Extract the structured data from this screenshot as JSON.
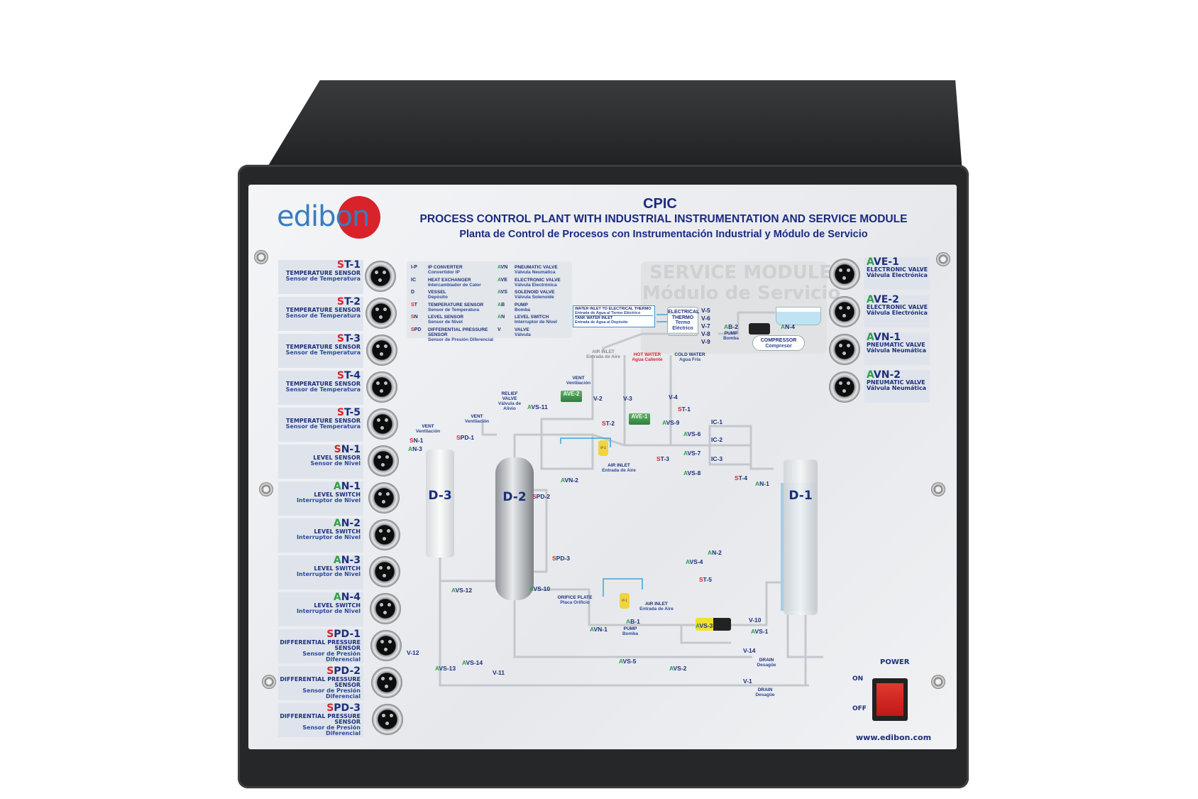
{
  "header": {
    "logo_text": "edibon",
    "code": "CPIC",
    "title_en": "PROCESS CONTROL PLANT WITH INDUSTRIAL INSTRUMENTATION AND SERVICE MODULE",
    "title_es": "Planta de Control de Procesos con Instrumentación Industrial y Módulo de Servicio"
  },
  "colors": {
    "navy": "#1c2f7a",
    "red": "#d8232a",
    "green": "#2ba24a",
    "panel": "#eceef1",
    "cabinet": "#262729"
  },
  "left_sensors": [
    {
      "p": "S",
      "r": "T-1",
      "en": "TEMPERATURE SENSOR",
      "es": "Sensor de Temperatura"
    },
    {
      "p": "S",
      "r": "T-2",
      "en": "TEMPERATURE SENSOR",
      "es": "Sensor de Temperatura"
    },
    {
      "p": "S",
      "r": "T-3",
      "en": "TEMPERATURE SENSOR",
      "es": "Sensor de Temperatura"
    },
    {
      "p": "S",
      "r": "T-4",
      "en": "TEMPERATURE SENSOR",
      "es": "Sensor de Temperatura"
    },
    {
      "p": "S",
      "r": "T-5",
      "en": "TEMPERATURE SENSOR",
      "es": "Sensor de Temperatura"
    },
    {
      "p": "S",
      "r": "N-1",
      "en": "LEVEL SENSOR",
      "es": "Sensor de Nivel"
    },
    {
      "p": "A",
      "r": "N-1",
      "en": "LEVEL SWITCH",
      "es": "Interruptor de Nivel"
    },
    {
      "p": "A",
      "r": "N-2",
      "en": "LEVEL SWITCH",
      "es": "Interruptor de Nivel"
    },
    {
      "p": "A",
      "r": "N-3",
      "en": "LEVEL SWITCH",
      "es": "Interruptor de Nivel"
    },
    {
      "p": "A",
      "r": "N-4",
      "en": "LEVEL SWITCH",
      "es": "Interruptor de Nivel"
    },
    {
      "p": "S",
      "r": "PD-1",
      "en": "DIFFERENTIAL PRESSURE SENSOR",
      "es": "Sensor de Presión Diferencial"
    },
    {
      "p": "S",
      "r": "PD-2",
      "en": "DIFFERENTIAL PRESSURE SENSOR",
      "es": "Sensor de Presión Diferencial"
    },
    {
      "p": "S",
      "r": "PD-3",
      "en": "DIFFERENTIAL PRESSURE SENSOR",
      "es": "Sensor de Presión Diferencial"
    }
  ],
  "right_actuators": [
    {
      "p": "A",
      "r": "VE-1",
      "en": "ELECTRONIC VALVE",
      "es": "Válvula Electrónica"
    },
    {
      "p": "A",
      "r": "VE-2",
      "en": "ELECTRONIC VALVE",
      "es": "Válvula Electrónica"
    },
    {
      "p": "A",
      "r": "VN-1",
      "en": "PNEUMATIC VALVE",
      "es": "Válvula Neumática"
    },
    {
      "p": "A",
      "r": "VN-2",
      "en": "PNEUMATIC VALVE",
      "es": "Válvula Neumática"
    }
  ],
  "legend": [
    {
      "p": "",
      "r": "I-P",
      "en": "IP CONVERTER",
      "es": "Convertidor IP"
    },
    {
      "p": "",
      "r": "IC",
      "en": "HEAT EXCHANGER",
      "es": "Intercambiador de Calor"
    },
    {
      "p": "",
      "r": "D",
      "en": "VESSEL",
      "es": "Depósito"
    },
    {
      "p": "S",
      "r": "T",
      "en": "TEMPERATURE SENSOR",
      "es": "Sensor de Temperatura"
    },
    {
      "p": "S",
      "r": "N",
      "en": "LEVEL SENSOR",
      "es": "Sensor de Nivel"
    },
    {
      "p": "S",
      "r": "PD",
      "en": "DIFFERENTIAL PRESSURE SENSOR",
      "es": "Sensor de Presión Diferencial"
    },
    {
      "p": "A",
      "r": "VN",
      "en": "PNEUMATIC VALVE",
      "es": "Válvula Neumática"
    },
    {
      "p": "A",
      "r": "VE",
      "en": "ELECTRONIC VALVE",
      "es": "Válvula Electrónica"
    },
    {
      "p": "A",
      "r": "VS",
      "en": "SOLENOID VALVE",
      "es": "Válvula Solenoide"
    },
    {
      "p": "A",
      "r": "B",
      "en": "PUMP",
      "es": "Bomba"
    },
    {
      "p": "A",
      "r": "N",
      "en": "LEVEL SWITCH",
      "es": "Interruptor de Nivel"
    },
    {
      "p": "",
      "r": "V",
      "en": "VALVE",
      "es": "Válvula"
    }
  ],
  "service": {
    "watermark_en": "SERVICE MODULE",
    "watermark_es": "Módulo de Servicio",
    "compressor_en": "COMPRESSOR",
    "compressor_es": "Compresor",
    "thermo_en": "ELECTRICAL THERMO",
    "thermo_es": "Termo Eléctrico",
    "inlet1_en": "WATER INLET TO ELECTRICAL THERMO",
    "inlet1_es": "Entrada de Agua al Termo Eléctrico",
    "inlet2_en": "TANK WATER INLET",
    "inlet2_es": "Entrada de Agua al Depósito"
  },
  "diagram": {
    "tanks": [
      "D-1",
      "D-2",
      "D-3"
    ],
    "green_boxes": [
      "AVE-2",
      "AVE-1"
    ],
    "ip": [
      "IP-2",
      "IP-1"
    ],
    "tags": [
      {
        "p": "S",
        "r": "N-1"
      },
      {
        "p": "A",
        "r": "N-3"
      },
      {
        "p": "S",
        "r": "PD-1"
      },
      {
        "p": "A",
        "r": "VS-11"
      },
      {
        "p": "",
        "r": "V-2"
      },
      {
        "p": "",
        "r": "V-3"
      },
      {
        "p": "",
        "r": "V-4"
      },
      {
        "p": "S",
        "r": "T-1"
      },
      {
        "p": "S",
        "r": "T-2"
      },
      {
        "p": "A",
        "r": "VS-9"
      },
      {
        "p": "",
        "r": "IC-1"
      },
      {
        "p": "A",
        "r": "VS-6"
      },
      {
        "p": "",
        "r": "IC-2"
      },
      {
        "p": "A",
        "r": "VS-7"
      },
      {
        "p": "",
        "r": "IC-3"
      },
      {
        "p": "A",
        "r": "VS-8"
      },
      {
        "p": "S",
        "r": "T-3"
      },
      {
        "p": "S",
        "r": "T-4"
      },
      {
        "p": "A",
        "r": "N-1"
      },
      {
        "p": "A",
        "r": "VN-2"
      },
      {
        "p": "S",
        "r": "PD-2"
      },
      {
        "p": "S",
        "r": "PD-3"
      },
      {
        "p": "A",
        "r": "VS-12"
      },
      {
        "p": "A",
        "r": "VS-10"
      },
      {
        "p": "A",
        "r": "VN-1"
      },
      {
        "p": "A",
        "r": "B-1"
      },
      {
        "p": "A",
        "r": "VS-3"
      },
      {
        "p": "A",
        "r": "N-2"
      },
      {
        "p": "A",
        "r": "VS-4"
      },
      {
        "p": "S",
        "r": "T-5"
      },
      {
        "p": "",
        "r": "V-10"
      },
      {
        "p": "A",
        "r": "VS-1"
      },
      {
        "p": "",
        "r": "V-14"
      },
      {
        "p": "",
        "r": "V-1"
      },
      {
        "p": "A",
        "r": "VS-5"
      },
      {
        "p": "A",
        "r": "VS-2"
      },
      {
        "p": "",
        "r": "V-12"
      },
      {
        "p": "A",
        "r": "VS-13"
      },
      {
        "p": "A",
        "r": "VS-14"
      },
      {
        "p": "",
        "r": "V-11"
      },
      {
        "p": "",
        "r": "V-5"
      },
      {
        "p": "",
        "r": "V-6"
      },
      {
        "p": "",
        "r": "V-7"
      },
      {
        "p": "",
        "r": "V-8"
      },
      {
        "p": "",
        "r": "V-9"
      },
      {
        "p": "A",
        "r": "B-2"
      },
      {
        "p": "A",
        "r": "N-4"
      }
    ],
    "descs": [
      {
        "en": "VENT",
        "es": "Ventilación"
      },
      {
        "en": "VENT",
        "es": "Ventilación"
      },
      {
        "en": "RELIEF VALVE",
        "es": "Válvula de Alivio"
      },
      {
        "en": "VENT",
        "es": "Ventilación"
      },
      {
        "en": "AIR INLET",
        "es": "Entrada de Aire"
      },
      {
        "en": "ORIFICE PLATE",
        "es": "Placa Orificio"
      },
      {
        "en": "AIR INLET",
        "es": "Entrada de Aire"
      },
      {
        "en": "PUMP",
        "es": "Bomba"
      },
      {
        "en": "DRAIN",
        "es": "Desagüe"
      },
      {
        "en": "DRAIN",
        "es": "Desagüe"
      },
      {
        "en": "PUMP",
        "es": "Bomba"
      },
      {
        "en": "AIR INLET",
        "es": "Entrada de Aire"
      },
      {
        "en": "HOT WATER",
        "es": "Agua Caliente"
      },
      {
        "en": "COLD WATER",
        "es": "Agua Fría"
      }
    ]
  },
  "power": {
    "label": "POWER",
    "on": "ON",
    "off": "OFF"
  },
  "website": "www.edibon.com"
}
